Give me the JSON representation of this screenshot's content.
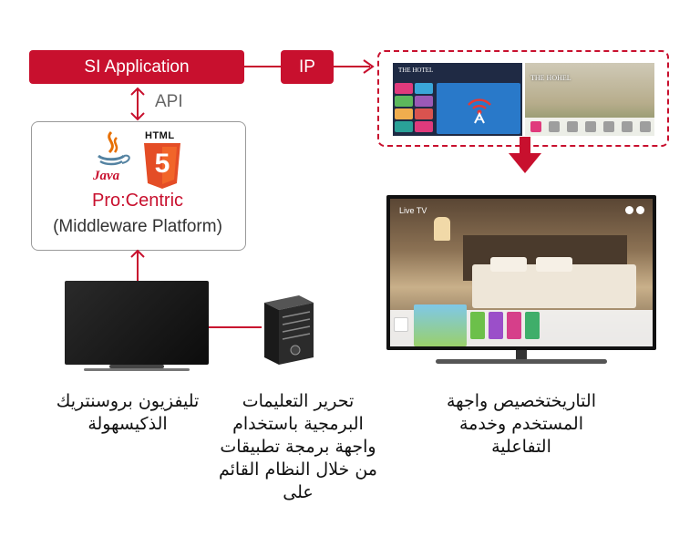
{
  "diagram": {
    "si_application_label": "SI Application",
    "ip_label": "IP",
    "api_label": "API",
    "java_label": "Java",
    "html_label": "HTML",
    "html5_glyph": "5",
    "procentric_label": "Pro:Centric",
    "middleware_label": "(Middleware Platform)",
    "screen_hotel_label_1": "THE HOTEL",
    "screen_hotel_label_2": "THE HOHEL",
    "live_tv_label": "Live TV",
    "caption_left": "تليفزيون بروسنتريك الذكيسهولة",
    "caption_middle": "تحرير التعليمات البرمجية باستخدام واجهة برمجة تطبيقات من خلال النظام القائم على",
    "caption_right": "التاريختخصيص واجهة المستخدم وخدمة التفاعلية",
    "colors": {
      "brand_red": "#c8102e",
      "java_orange": "#e76f00",
      "java_blue": "#5382a1",
      "html5_orange": "#e44d26",
      "border_gray": "#9a9a9a"
    }
  }
}
